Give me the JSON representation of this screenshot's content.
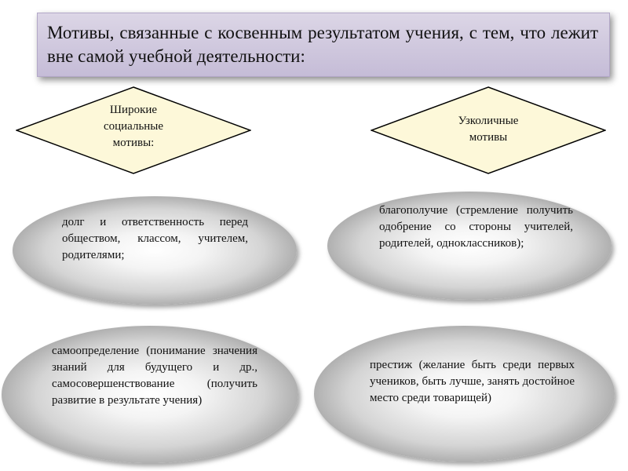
{
  "title": "Мотивы, связанные с косвенным результатом учения, с тем, что лежит вне самой учебной деятельности:",
  "categories": {
    "left": {
      "line1": "Широкие",
      "line2": "социальные",
      "line3": "мотивы:"
    },
    "right": {
      "line1": "Узколичные",
      "line2": "мотивы"
    }
  },
  "motives": {
    "duty": "долг и ответственность перед обществом, классом, учителем, родителями;",
    "wellbeing": "благополучие (стремление получить одобрение со стороны учителей, родителей, одноклассников);",
    "self_determination": "самоопределение (понимание значения знаний для будущего и др., самосовершенствование (получить развитие в результате учения)",
    "prestige": "престиж (желание быть среди первых учеников, быть лучше, занять достойное место среди товарищей)"
  },
  "colors": {
    "title_bg": "#c9c0da",
    "diamond_fill": "#fdf8d9",
    "diamond_stroke": "#000000",
    "ellipse_center": "#ffffff",
    "ellipse_edge": "#8a8a8a"
  }
}
